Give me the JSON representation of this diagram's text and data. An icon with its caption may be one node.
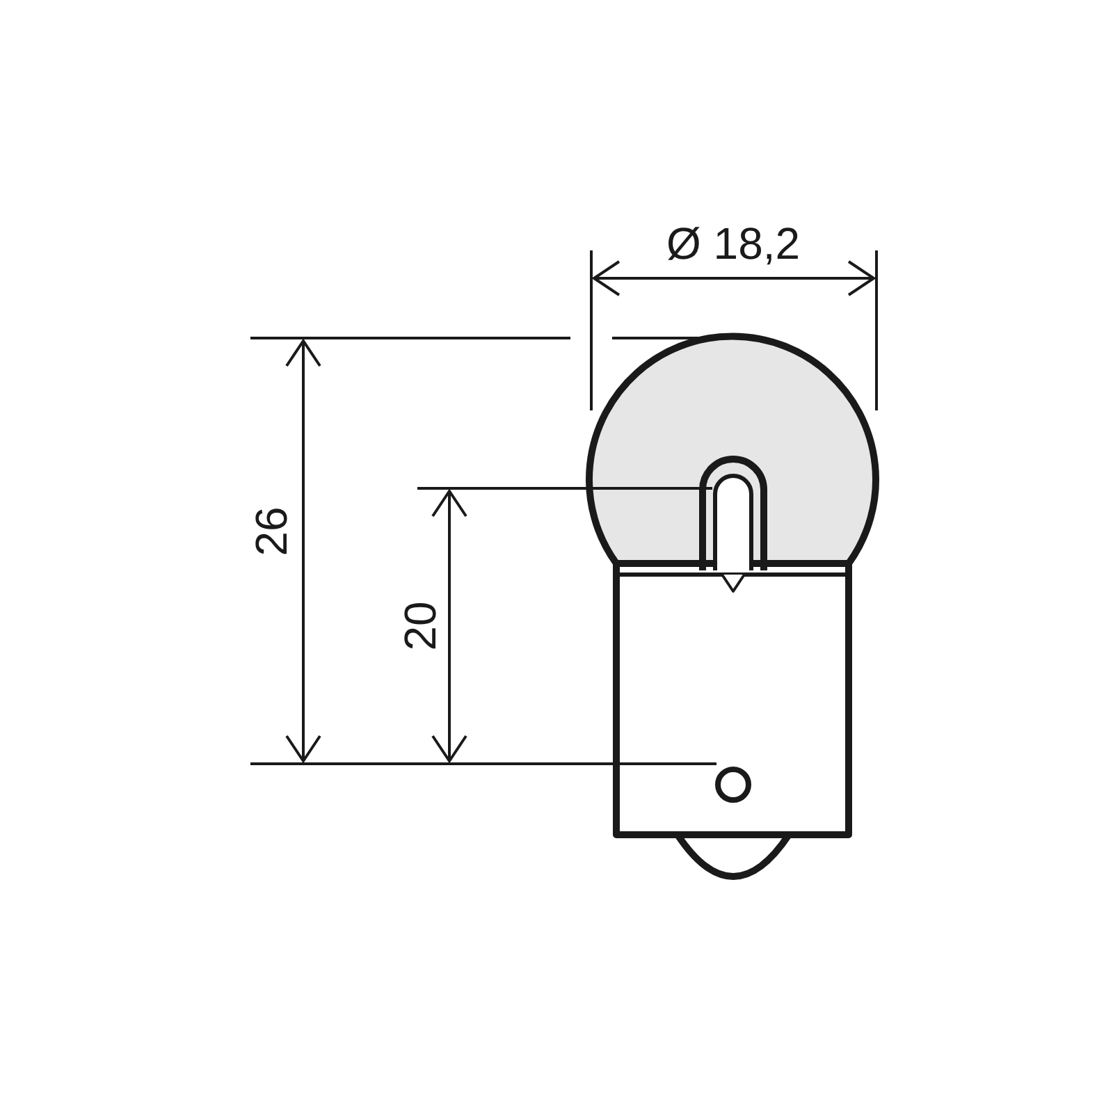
{
  "diagram": {
    "labels": [
      "Ø 18,2",
      "26",
      "20"
    ]
  }
}
